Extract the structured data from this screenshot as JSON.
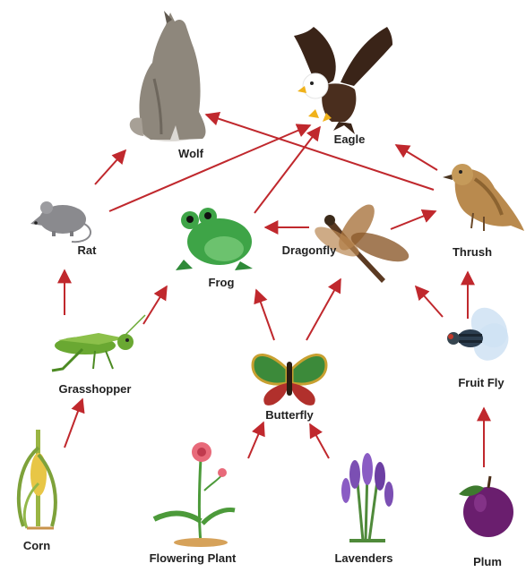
{
  "organisms": [
    {
      "id": "wolf",
      "label": "Wolf"
    },
    {
      "id": "eagle",
      "label": "Eagle"
    },
    {
      "id": "rat",
      "label": "Rat"
    },
    {
      "id": "frog",
      "label": "Frog"
    },
    {
      "id": "dragonfly",
      "label": "Dragonfly"
    },
    {
      "id": "thrush",
      "label": "Thrush"
    },
    {
      "id": "grasshopper",
      "label": "Grasshopper"
    },
    {
      "id": "butterfly",
      "label": "Butterfly"
    },
    {
      "id": "fruitfly",
      "label": "Fruit Fly"
    },
    {
      "id": "corn",
      "label": "Corn"
    },
    {
      "id": "flowering_plant",
      "label": "Flowering Plant"
    },
    {
      "id": "lavenders",
      "label": "Lavenders"
    },
    {
      "id": "plum",
      "label": "Plum"
    }
  ],
  "edges": [
    {
      "from": "corn",
      "to": "grasshopper"
    },
    {
      "from": "grasshopper",
      "to": "rat"
    },
    {
      "from": "grasshopper",
      "to": "frog"
    },
    {
      "from": "rat",
      "to": "wolf"
    },
    {
      "from": "rat",
      "to": "eagle"
    },
    {
      "from": "frog",
      "to": "eagle"
    },
    {
      "from": "flowering_plant",
      "to": "butterfly"
    },
    {
      "from": "lavenders",
      "to": "butterfly"
    },
    {
      "from": "butterfly",
      "to": "frog"
    },
    {
      "from": "butterfly",
      "to": "dragonfly"
    },
    {
      "from": "dragonfly",
      "to": "frog"
    },
    {
      "from": "dragonfly",
      "to": "thrush"
    },
    {
      "from": "plum",
      "to": "fruitfly"
    },
    {
      "from": "fruitfly",
      "to": "thrush"
    },
    {
      "from": "fruitfly",
      "to": "dragonfly"
    },
    {
      "from": "thrush",
      "to": "wolf"
    },
    {
      "from": "thrush",
      "to": "eagle"
    }
  ],
  "colors": {
    "arrow": "#c0282d",
    "label": "#222222",
    "background": "#ffffff"
  }
}
